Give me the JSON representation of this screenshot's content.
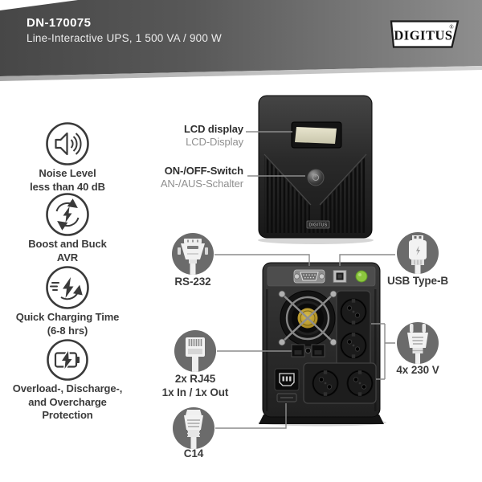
{
  "header": {
    "model": "DN-170075",
    "subtitle": "Line-Interactive UPS, 1 500 VA / 900 W",
    "brand": "DIGITUS",
    "brand_mark": "®"
  },
  "features": [
    {
      "icon": "speaker-icon",
      "line1": "Noise Level",
      "line2": "less than 40 dB"
    },
    {
      "icon": "cycle-bolt-icon",
      "line1": "Boost and Buck",
      "line2": "AVR"
    },
    {
      "icon": "fast-bolt-icon",
      "line1": "Quick Charging Time",
      "line2": "(6-8 hrs)"
    },
    {
      "icon": "battery-bolt-icon",
      "line1": "Overload-, Discharge-,",
      "line2": "and Overcharge",
      "line3": "Protection"
    }
  ],
  "front_view": {
    "badge": "DIGITUS",
    "callouts": [
      {
        "label": "LCD display",
        "sublabel": "LCD-Display"
      },
      {
        "label": "ON-/OFF-Switch",
        "sublabel": "AN-/AUS-Schalter"
      }
    ]
  },
  "rear_view": {
    "ports": [
      {
        "id": "rs232",
        "icon": "rs232-connector-icon",
        "label": "RS-232"
      },
      {
        "id": "usb",
        "icon": "usb-type-b-icon",
        "label": "USB Type-B"
      },
      {
        "id": "rj45",
        "icon": "rj45-connector-icon",
        "label": "2x RJ45",
        "sublabel": "1x In / 1x Out"
      },
      {
        "id": "outlets",
        "icon": "power-plug-icon",
        "label": "4x 230 V"
      },
      {
        "id": "c14",
        "icon": "c14-connector-icon",
        "label": "C14"
      }
    ]
  },
  "colors": {
    "header_dark": "#474747",
    "header_light": "#8e8e8e",
    "accent_green": "#8cc63e",
    "lcd_screen": "#d9d6bf",
    "icon_circle_gray": "#6b6b6b",
    "text_dark": "#3b3b3b",
    "text_gray": "#8f8f8f",
    "line_gray": "#8c8c8c"
  }
}
